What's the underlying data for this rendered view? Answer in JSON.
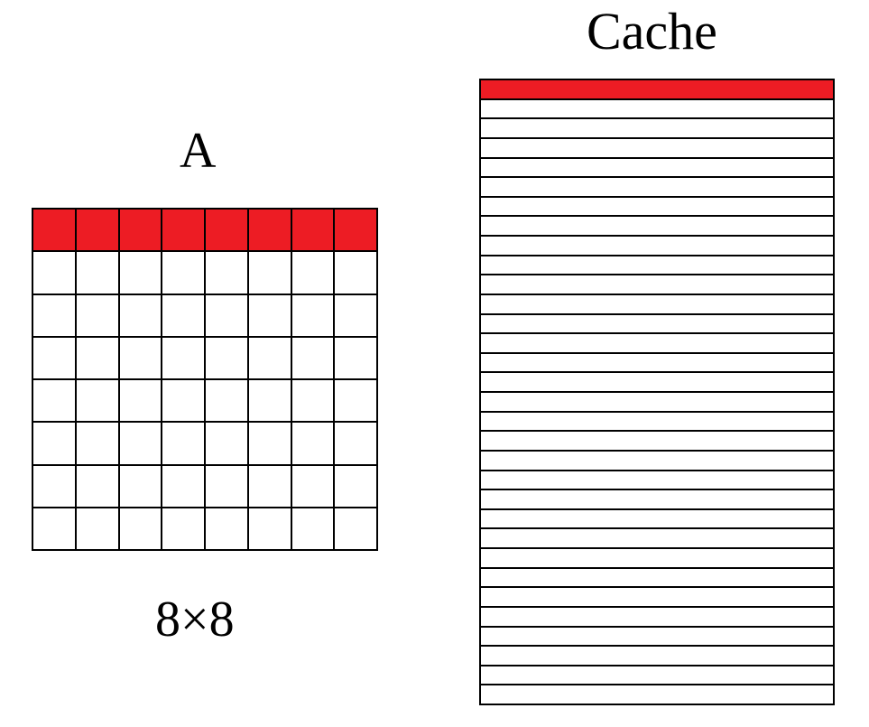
{
  "matrix": {
    "label": "A",
    "dimensions_label": "8×8",
    "rows": 8,
    "cols": 8,
    "highlighted_row": 0,
    "highlight_color": "#ed1c24"
  },
  "cache": {
    "label": "Cache",
    "lines": 32,
    "highlighted_line": 0,
    "highlight_color": "#ed1c24"
  }
}
